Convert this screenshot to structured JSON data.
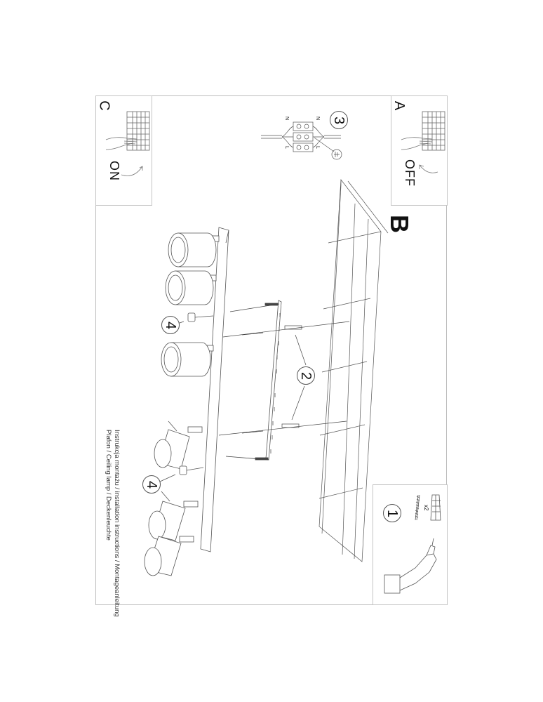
{
  "document": {
    "type": "installation-instructions",
    "title_lines": [
      "Instrukcja montażu / installation instructions / Montageanleitung",
      "Plafon / Ceiling lamp / Deckenleuchte"
    ]
  },
  "panels": {
    "A": {
      "letter": "A",
      "switch_state": "OFF",
      "description": "Switch off the circuit breaker"
    },
    "B": {
      "letter": "B",
      "description": "Main assembly diagram"
    },
    "C": {
      "letter": "C",
      "switch_state": "ON",
      "description": "Switch on the circuit breaker"
    }
  },
  "callouts": {
    "step1": {
      "number": "1",
      "label": "drill, screws and wall plugs",
      "quantity": "x2"
    },
    "step2": {
      "number": "2",
      "label": "wall plugs and mounting screws"
    },
    "step3": {
      "number": "3",
      "label": "wiring terminal block",
      "terminal_labels": [
        "N",
        "N",
        "L",
        "L"
      ],
      "ground_symbol": "earth-ground-icon"
    },
    "step4a": {
      "number": "4",
      "label": "decorative cap"
    },
    "step4b": {
      "number": "4",
      "label": "decorative cap"
    }
  },
  "fixture": {
    "spotlight_count": 6,
    "mounting_bracket": 1
  },
  "colors": {
    "line": "#555555",
    "frame": "#bdbdbd",
    "text": "#111111",
    "background": "#ffffff"
  }
}
